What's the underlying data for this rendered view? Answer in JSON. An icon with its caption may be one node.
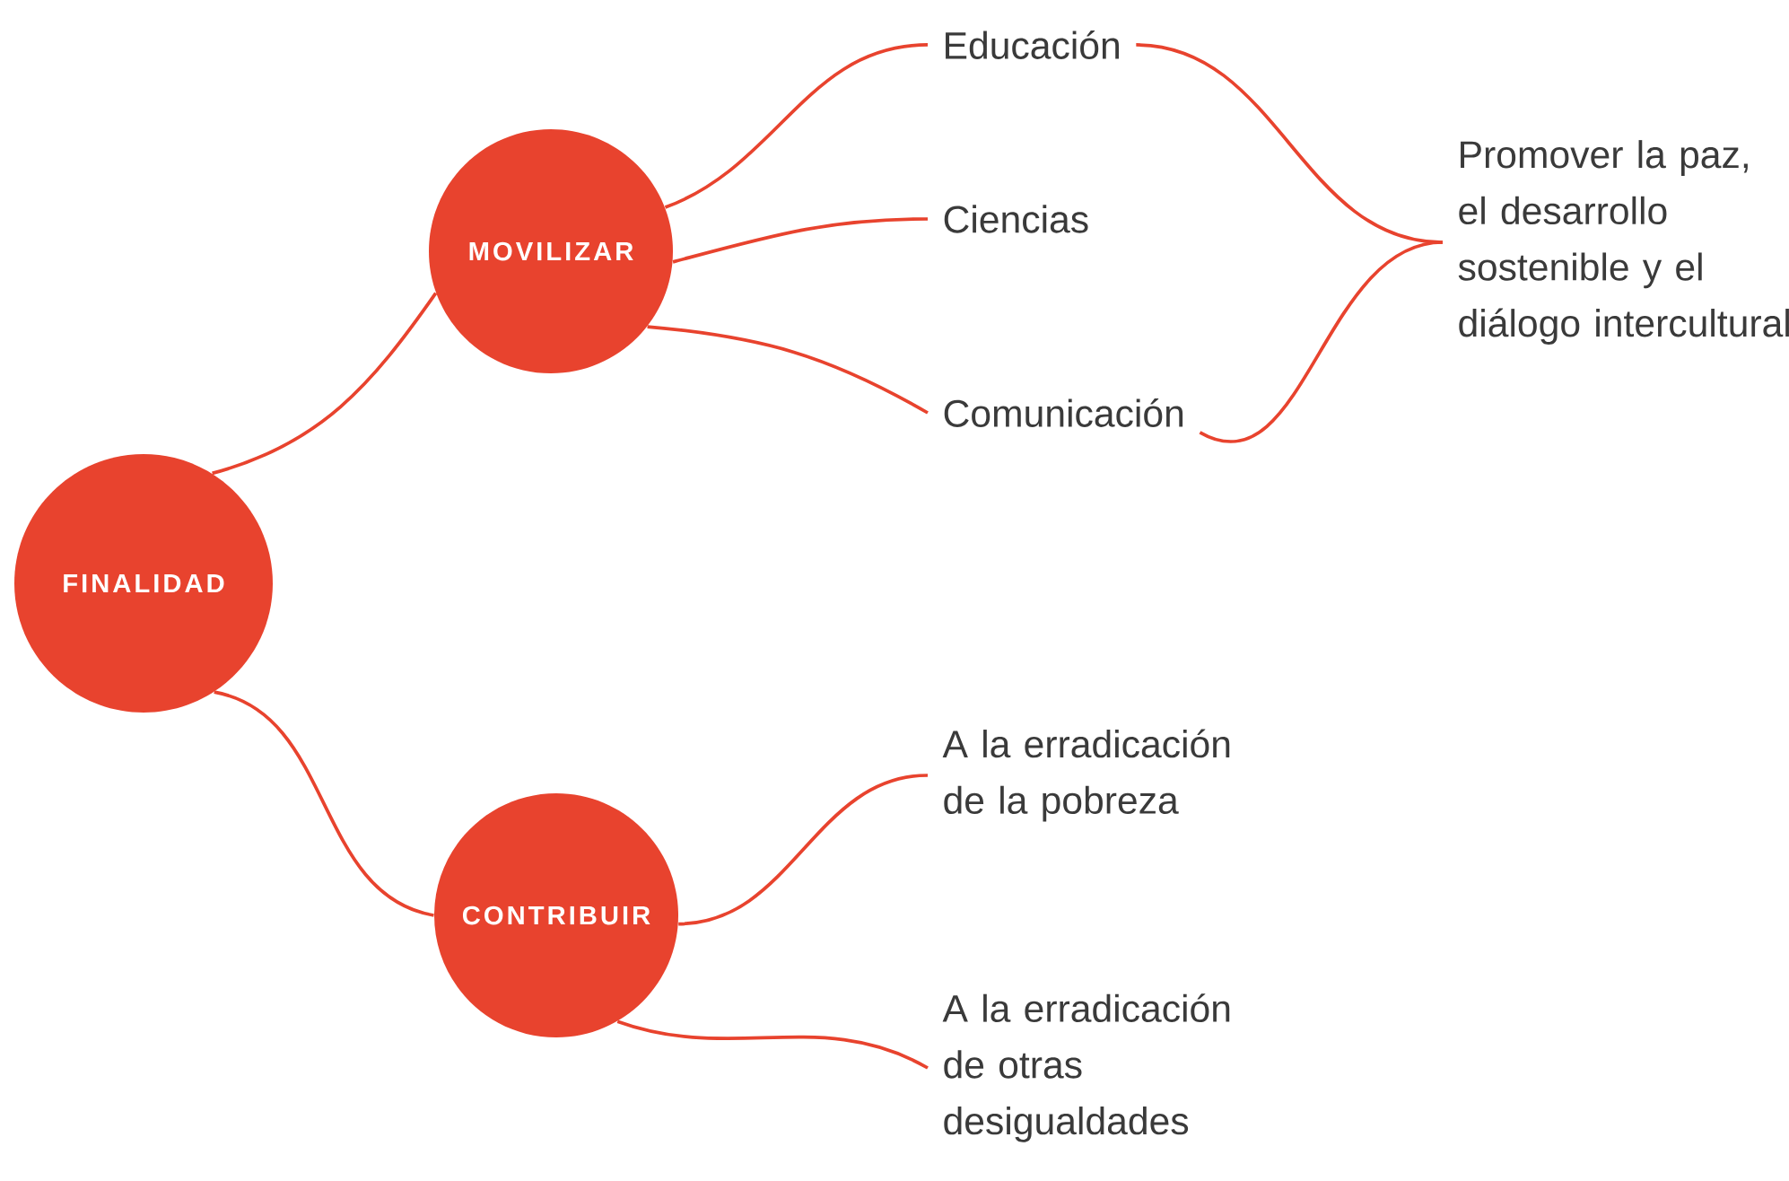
{
  "diagram": {
    "nodes": [
      {
        "text": [
          "FINALIDAD"
        ]
      },
      {
        "text": [
          "MOVILIZAR"
        ]
      },
      {
        "text": [
          "CONTRIBUIR"
        ]
      },
      {
        "text": [
          "Educación"
        ]
      },
      {
        "text": [
          "Ciencias"
        ]
      },
      {
        "text": [
          "Comunicación"
        ]
      },
      {
        "text": [
          "Promover la paz, el desarrollo sostenible y el diálogo intercultural"
        ]
      },
      {
        "text": [
          "A la erradicación de la pobreza"
        ]
      },
      {
        "text": [
          "A la erradicación de otras desigualdades"
        ]
      }
    ],
    "edges": [
      {
        "from": 0,
        "to": 1,
        "arrow": "none"
      },
      {
        "from": 0,
        "to": 2,
        "arrow": "none"
      },
      {
        "from": 1,
        "to": 3,
        "arrow": "none"
      },
      {
        "from": 1,
        "to": 4,
        "arrow": "none"
      },
      {
        "from": 1,
        "to": 5,
        "arrow": "none"
      },
      {
        "from": 3,
        "to": 6,
        "arrow": "none"
      },
      {
        "from": 5,
        "to": 6,
        "arrow": "none"
      },
      {
        "from": 2,
        "to": 7,
        "arrow": "none"
      },
      {
        "from": 2,
        "to": 8,
        "arrow": "none"
      }
    ]
  }
}
